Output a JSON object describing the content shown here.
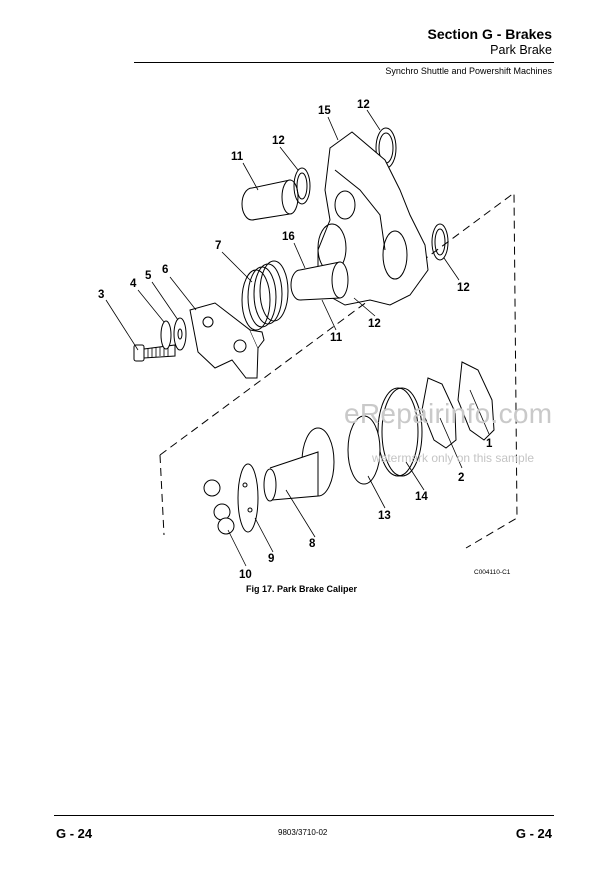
{
  "header": {
    "section": "Section G - Brakes",
    "subsection": "Park Brake",
    "machines": "Synchro Shuttle and Powershift Machines"
  },
  "figure": {
    "code": "C004110-C1",
    "caption": "Fig 17. Park Brake Caliper",
    "callouts": [
      "1",
      "2",
      "3",
      "4",
      "5",
      "6",
      "7",
      "8",
      "9",
      "10",
      "11",
      "11",
      "12",
      "12",
      "12",
      "12",
      "13",
      "14",
      "15",
      "16"
    ]
  },
  "watermark": {
    "main": "eRepairinfo.com",
    "sub": "watermark only on this sample"
  },
  "footer": {
    "left": "G - 24",
    "center": "9803/3710-02",
    "right": "G - 24"
  }
}
